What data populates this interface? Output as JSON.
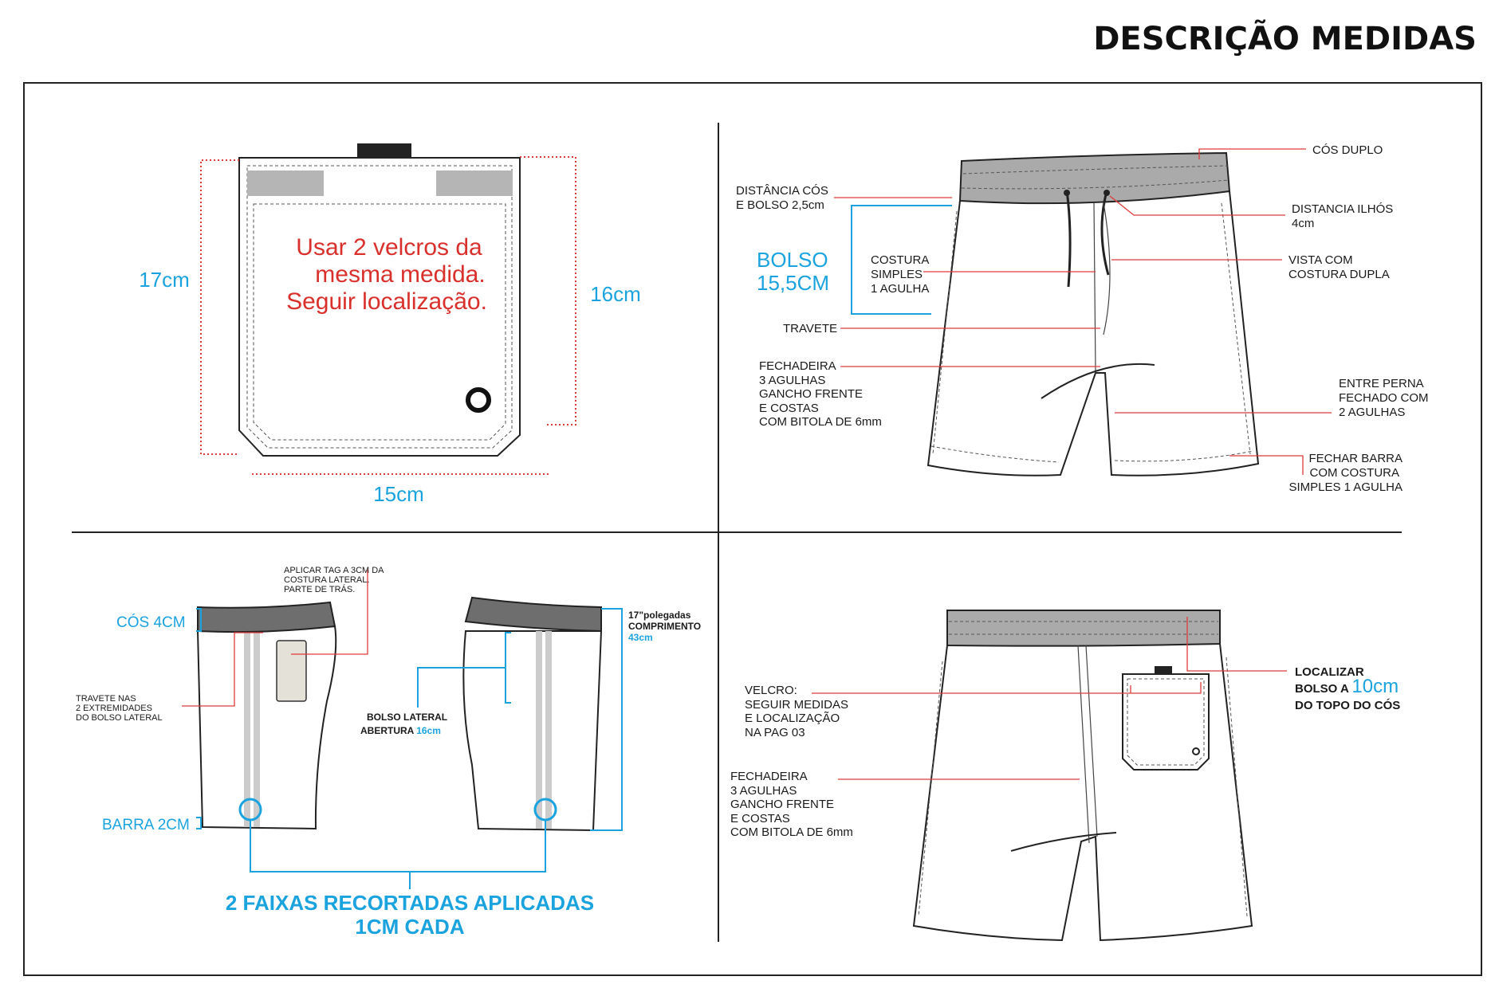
{
  "header": {
    "title": "DESCRIÇÃO MEDIDAS"
  },
  "colors": {
    "accent_blue": "#1aa3df",
    "annotation_red": "#e03a3a"
  },
  "pocket_panel": {
    "note_lines": [
      "Usar 2 velcros da",
      "mesma medida.",
      "Seguir localização."
    ],
    "height_left": "17cm",
    "height_right": "16cm",
    "width": "15cm"
  },
  "front_panel": {
    "cos_duplo": "CÓS DUPLO",
    "distancia_ilhos": [
      "DISTANCIA ILHÓS",
      "4cm"
    ],
    "vista": [
      "VISTA COM",
      "COSTURA DUPLA"
    ],
    "entre_perna": [
      "ENTRE PERNA",
      "FECHADO COM",
      "2 AGULHAS"
    ],
    "fechar_barra": [
      "FECHAR BARRA",
      "COM COSTURA",
      "SIMPLES 1 AGULHA"
    ],
    "distancia_cos": [
      "DISTÂNCIA CÓS",
      "E BOLSO 2,5cm"
    ],
    "bolso": [
      "BOLSO",
      "15,5CM"
    ],
    "costura": [
      "COSTURA",
      "SIMPLES",
      "1 AGULHA"
    ],
    "travete": "TRAVETE",
    "fechadeira": [
      "FECHADEIRA",
      "3 AGULHAS",
      "GANCHO FRENTE",
      "E COSTAS",
      "COM BITOLA DE 6mm"
    ]
  },
  "side_panel": {
    "tag": [
      "APLICAR TAG A 3CM DA",
      "COSTURA LATERAL.",
      "PARTE DE TRÁS."
    ],
    "cos": "CÓS 4CM",
    "travete": [
      "TRAVETE  NAS",
      "2 EXTREMIDADES",
      "DO  BOLSO LATERAL"
    ],
    "barra": "BARRA 2CM",
    "bolso_lateral": "BOLSO  LATERAL",
    "abertura": "ABERTURA",
    "abertura_value": "16cm",
    "comprimento": [
      "17\"polegadas",
      "COMPRIMENTO"
    ],
    "comprimento_value": "43cm",
    "faixas": [
      "2 FAIXAS  RECORTADAS  APLICADAS",
      "1CM  CADA"
    ]
  },
  "back_panel": {
    "velcro": [
      "VELCRO:",
      "SEGUIR MEDIDAS",
      "E LOCALIZAÇÃO",
      "NA PAG 03"
    ],
    "fechadeira": [
      "FECHADEIRA",
      "3 AGULHAS",
      "GANCHO FRENTE",
      "E COSTAS",
      "COM BITOLA DE 6mm"
    ],
    "localizar": [
      "LOCALIZAR",
      "BOLSO A",
      "DO TOPO DO CÓS"
    ],
    "localizar_value": "10cm"
  }
}
